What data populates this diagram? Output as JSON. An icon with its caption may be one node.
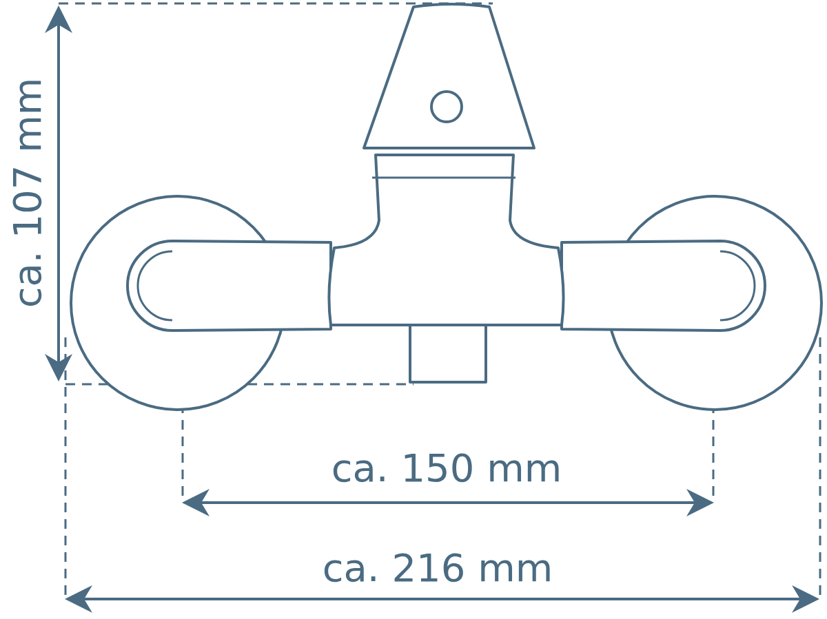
{
  "diagram": {
    "labels": [
      "ca. 107 mm",
      "ca. 150 mm",
      "ca. 216 mm"
    ]
  }
}
